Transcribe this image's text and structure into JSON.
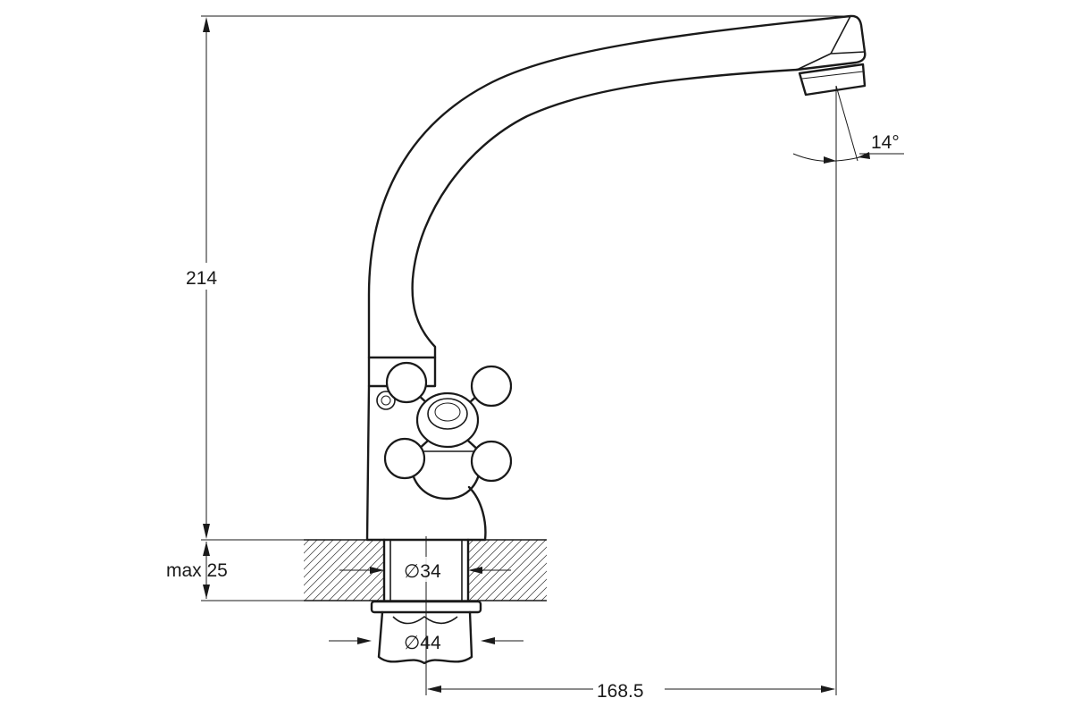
{
  "dimensions": {
    "height_total": "214",
    "counter_thickness": "max 25",
    "mount_hole_diameter": "∅34",
    "base_nut_diameter": "∅44",
    "spout_reach": "168.5",
    "outlet_angle": "14°"
  }
}
